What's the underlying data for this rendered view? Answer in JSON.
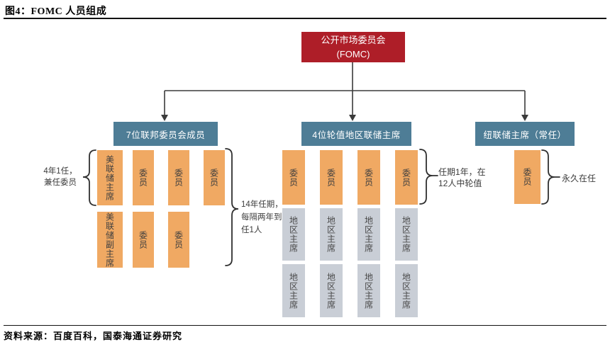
{
  "header": {
    "title": "图4：FOMC 人员组成"
  },
  "footer": {
    "source": "资料来源：百度百科，国泰海通证券研究"
  },
  "colors": {
    "red": "#AE1E28",
    "blue": "#4E7D96",
    "orange": "#F0A963",
    "gray": "#C9CED6"
  },
  "root_box": {
    "line1": "公开市场委员会",
    "line2": "(FOMC)"
  },
  "branch_headers": {
    "board": "7位联邦委员会成员",
    "rotating": "4位轮值地区联储主席",
    "newyork": "纽联储主席（常任）"
  },
  "board_cluster": {
    "row1": [
      "美联储主席",
      "委员",
      "委员",
      "委员"
    ],
    "row2": [
      "美联储副主席",
      "委员",
      "委员"
    ],
    "term_note": {
      "line1": "4年1任，",
      "line2": "兼任委员"
    },
    "tenure_note": {
      "line1": "14年任期，",
      "line2": "每隔两年到",
      "line3": "任1人"
    }
  },
  "rotating_cluster": {
    "members": [
      "委员",
      "委员",
      "委员",
      "委员"
    ],
    "chairs_row1": [
      "地区主席",
      "地区主席",
      "地区主席",
      "地区主席"
    ],
    "chairs_row2": [
      "地区主席",
      "地区主席",
      "地区主席",
      "地区主席"
    ],
    "note": {
      "line1": "任期1年，在",
      "line2": "12人中轮值"
    }
  },
  "newyork_cluster": {
    "member": "委员",
    "note": "永久在任"
  }
}
